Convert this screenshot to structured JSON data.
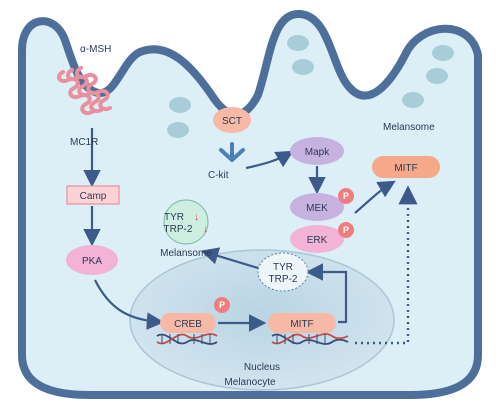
{
  "labels": {
    "alpha_msh": "α-MSH",
    "mc1r": "MC1R",
    "camp": "Camp",
    "pka": "PKA",
    "creb": "CREB",
    "mitf_nucleus": "MITF",
    "nucleus": "Nucleus",
    "melanocyte": "Melanocyte",
    "sct": "SCT",
    "ckit": "C-kit",
    "mapk": "Mapk",
    "mek": "MEK",
    "erk": "ERK",
    "mitf_cytoplasm": "MITF",
    "phospho": "P",
    "tyr_trp2_nucleus_line1": "TYR",
    "tyr_trp2_nucleus_line2": "TRP-2",
    "tyr_down": "TYR",
    "trp2_down": "TRP-2",
    "down_arrow": "↓",
    "melansome_left": "Melansome",
    "melansome_right": "Melansome"
  },
  "colors": {
    "cell_fill": "#dceef6",
    "cell_stroke": "#4d6f9a",
    "nucleus_fill": "#c3dbe8",
    "vesicle": "#a9ccd9",
    "receptor": "#e8909e",
    "arrow": "#3c5a8a",
    "pink_node": "#f2b3d6",
    "peach_node": "#f7b9a6",
    "purple_node": "#c7b2df",
    "orange_node": "#f6a98a",
    "p_badge": "#f07d7d",
    "down_red": "#e03b3b",
    "dna_red": "#c94a4a",
    "dna_blue": "#3a4d7a"
  }
}
